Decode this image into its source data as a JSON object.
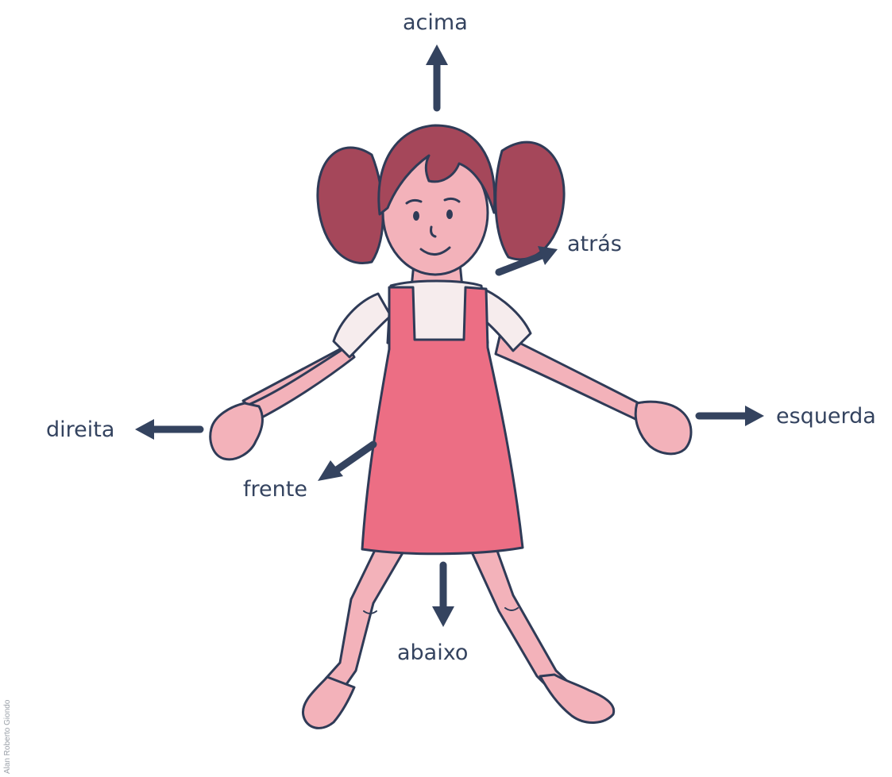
{
  "labels": {
    "up": "acima",
    "back": "atrás",
    "right": "direita",
    "left": "esquerda",
    "front": "frente",
    "down": "abaixo"
  },
  "credit": "Alan Roberto Giondo",
  "colors": {
    "arrow": "#34435f",
    "outline": "#2f3b57",
    "skin": "#f3b2ba",
    "hair": "#a5475a",
    "dress": "#ec6e84",
    "shirt": "#f6eced"
  }
}
